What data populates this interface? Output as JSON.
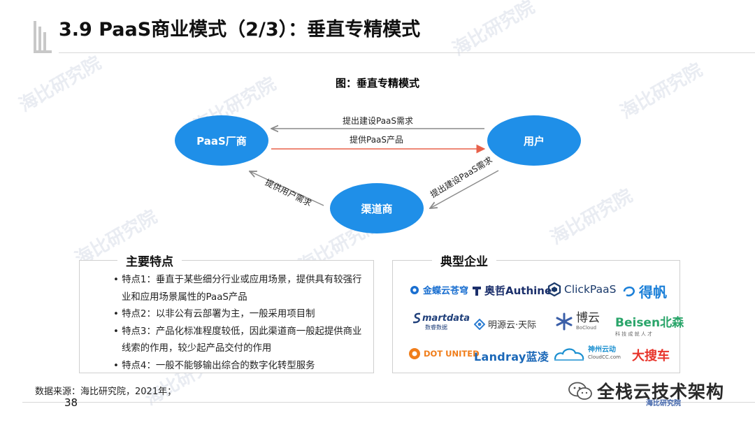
{
  "title": "3.9 PaaS商业模式（2/3）：垂直专精模式",
  "figure_caption": "图：垂直专精模式",
  "watermark": "海比研究院",
  "diagram": {
    "nodes": {
      "vendor": "PaaS厂商",
      "user": "用户",
      "channel": "渠道商"
    },
    "arrows": {
      "user_to_vendor": "提出建设PaaS需求",
      "vendor_to_user": "提供PaaS产品",
      "channel_to_vendor": "提供用户需求",
      "user_to_channel": "提出建设PaaS需求"
    },
    "colors": {
      "node": "#1f8fe8",
      "arrow_gray": "#8a8a8a",
      "arrow_red": "#e8604a"
    }
  },
  "features": {
    "title": "主要特点",
    "items": [
      "特点1：垂直于某些细分行业或应用场景，提供具有较强行业和应用场景属性的PaaS产品",
      "特点2：以非公有云部署为主，一般采用项目制",
      "特点3：产品化标准程度较低，因此渠道商一般起提供商业线索的作用，较少起产品交付的作用",
      "特点4：一般不能够输出综合的数字化转型服务"
    ]
  },
  "enterprises": {
    "title": "典型企业",
    "logos": [
      {
        "name": "金蝶云苍穹",
        "icon": "kingdee-logo-icon",
        "color": "#1a6fd0"
      },
      {
        "name": "奥哲Authine",
        "icon": "authine-logo-icon",
        "color": "#1b2f6b"
      },
      {
        "name": "ClickPaaS",
        "icon": "clickpaas-logo-icon",
        "color": "#1b3a6b"
      },
      {
        "name": "得帆",
        "icon": "defan-logo-icon",
        "color": "#1a7fd8"
      },
      {
        "name": "martdata",
        "sub": "数睿数据",
        "icon": "smartdata-logo-icon",
        "color": "#1f3f7a"
      },
      {
        "name": "明源云·天际",
        "icon": "mingyuan-logo-icon",
        "color": "#2d7dd2"
      },
      {
        "name": "博云",
        "sub": "BoCloud",
        "icon": "bocloud-logo-icon",
        "color": "#3b5fa8"
      },
      {
        "name": "Beisen北森",
        "sub": "科 技 成 就 人 才",
        "icon": "beisen-logo-icon",
        "color": "#2aa56a"
      },
      {
        "name": "DOT UNITED",
        "icon": "dotunited-logo-icon",
        "color": "#f07d1a"
      },
      {
        "name": "Landray蓝凌",
        "icon": "landray-logo-icon",
        "color": "#1b68b8"
      },
      {
        "name": "神州云动",
        "sub": "CloudCC.com",
        "icon": "cloudcc-logo-icon",
        "color": "#1a8fd0"
      },
      {
        "name": "大搜车",
        "icon": "dasouche-logo-icon",
        "color": "#e8342b"
      }
    ]
  },
  "source": "数据来源：海比研究院，2021年；",
  "page_number": "38",
  "brand": {
    "text": "全栈云技术架构",
    "badge": "海比研究院",
    "icon": "wechat-icon"
  }
}
